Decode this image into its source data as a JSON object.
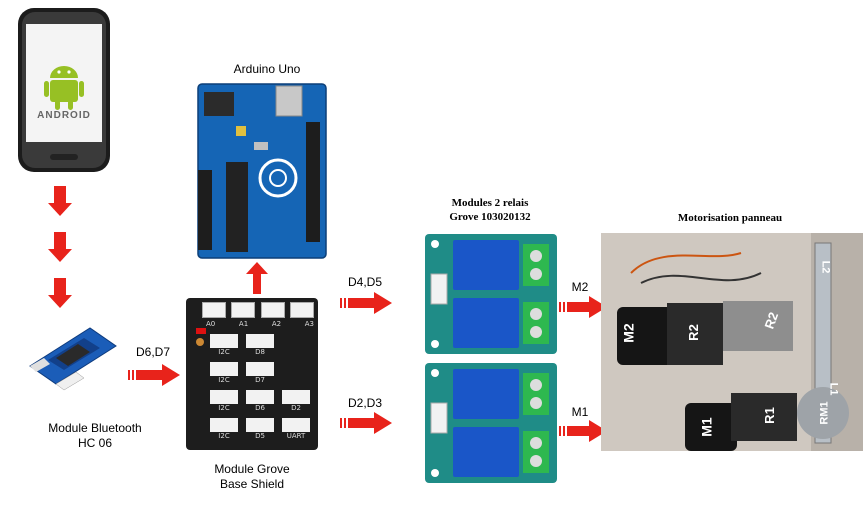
{
  "phone": {
    "logo_text": "ANDROID"
  },
  "labels": {
    "arduino": "Arduino Uno",
    "bluetooth_line1": "Module Bluetooth",
    "bluetooth_line2": "HC 06",
    "grove_line1": "Module Grove",
    "grove_line2": "Base Shield",
    "relays_line1": "Modules 2 relais",
    "relays_line2": "Grove 103020132",
    "motor_title": "Motorisation  panneau"
  },
  "arrows": {
    "bt_to_grove": "D6,D7",
    "grove_to_relay_top": "D4,D5",
    "grove_to_relay_bottom": "D2,D3",
    "relay_top_to_motor": "M2",
    "relay_bottom_to_motor": "M1"
  },
  "grove_ports": [
    "I2C",
    "D8",
    "I2C",
    "D7",
    "I2C",
    "D6",
    "D2",
    "I2C",
    "D5",
    "UART"
  ],
  "grove_top_ports": [
    "A0",
    "A1",
    "A2",
    "A3"
  ],
  "motor_labels": [
    "M2",
    "R2",
    "R2",
    "L2",
    "M1",
    "R1",
    "RM1",
    "L1"
  ],
  "colors": {
    "arrow_red": "#e8231b",
    "board_blue": "#1565b5",
    "relay_blue": "#1a56c8",
    "grove_teal": "#1f8c87"
  }
}
